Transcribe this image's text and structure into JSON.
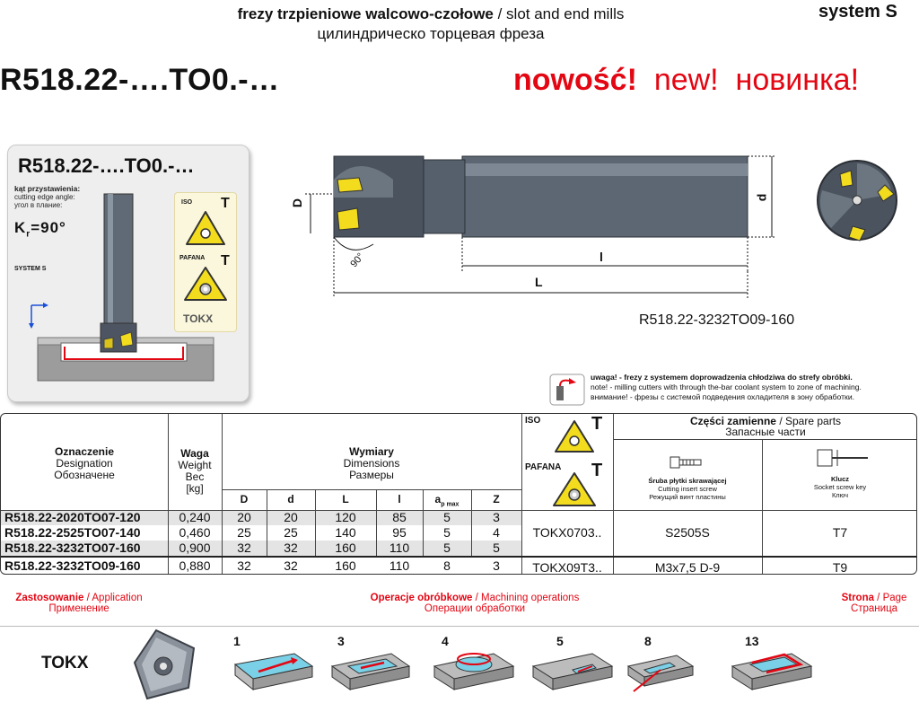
{
  "header": {
    "title_pl": "frezy  trzpieniowe walcowo-czołowe",
    "title_sep": " / ",
    "title_en": "slot  and  end  mills",
    "title_ru": "цилиндрическо  торцевая фреза",
    "system": "system S",
    "code": "R518.22-….TO0.-…",
    "new_pl": "nowość!",
    "new_en": "new!",
    "new_ru": "новинка!"
  },
  "card": {
    "title": "R518.22-….TO0.-…",
    "angle_pl": "kąt przystawienia:",
    "angle_en": "cutting edge angle:",
    "angle_ru": "угол в плание:",
    "kr_main": "K",
    "kr_sub": "r",
    "kr_value": "=90°",
    "system_label": "SYSTEM S",
    "iso_label": "ISO",
    "iso_T": "T",
    "pafana_label": "PAFANA",
    "pafana_T": "T",
    "insert_name": "TOKX"
  },
  "drawing": {
    "label_D": "D",
    "label_d": "d",
    "label_l": "l",
    "label_L": "L",
    "angle": "90°",
    "model": "R518.22-3232TO09-160"
  },
  "note": {
    "pl_bold": "uwaga! - frezy",
    "pl_rest": "  z systemem doprowadzenia chłodziwa do strefy obróbki.",
    "en": "note! - milling cutters with through the-bar coolant system to zone of machining.",
    "ru": "внимание! - фрезы с системой подведения охладителя в зону обработки."
  },
  "table": {
    "designation": [
      "Oznaczenie",
      "Designation",
      "Обозначене"
    ],
    "weight": [
      "Waga",
      "Weight",
      "Вес",
      "[kg]"
    ],
    "dimensions": [
      "Wymiary",
      "Dimensions",
      "Размеры"
    ],
    "dim_cols": [
      "D",
      "d",
      "L",
      "l",
      "a",
      "Z"
    ],
    "ap_sub": "p max",
    "iso": "ISO",
    "iso_T": "T",
    "pafana": "PAFANA",
    "pafana_T": "T",
    "spare_pl": "Części  zamienne",
    "spare_sep": "  /  ",
    "spare_en": "Spare  parts",
    "spare_ru": "Запасные   части",
    "screw": [
      "Śruba płytki skrawającej",
      "Cutting insert screw",
      "Режущий винт пластины"
    ],
    "key": [
      "Klucz",
      "Socket   screw   key",
      "Ключ"
    ],
    "rows": [
      {
        "designation": "R518.22-2020TO07-120",
        "weight": "0,240",
        "D": "20",
        "d": "20",
        "L": "120",
        "l": "85",
        "ap": "5",
        "Z": "3"
      },
      {
        "designation": "R518.22-2525TO07-140",
        "weight": "0,460",
        "D": "25",
        "d": "25",
        "L": "140",
        "l": "95",
        "ap": "5",
        "Z": "4"
      },
      {
        "designation": "R518.22-3232TO07-160",
        "weight": "0,900",
        "D": "32",
        "d": "32",
        "L": "160",
        "l": "110",
        "ap": "5",
        "Z": "5"
      },
      {
        "designation": "R518.22-3232TO09-160",
        "weight": "0,880",
        "D": "32",
        "d": "32",
        "L": "160",
        "l": "110",
        "ap": "8",
        "Z": "3"
      }
    ],
    "group1": {
      "insert": "TOKX0703..",
      "screw": "S2505S",
      "key": "T7"
    },
    "group2": {
      "insert": "TOKX09T3..",
      "screw": "M3x7,5 D-9",
      "key": "T9"
    }
  },
  "bottom": {
    "app_pl": "Zastosowanie",
    "app_en": "Application",
    "app_ru": "Применение",
    "ops_pl": "Operacje obróbkowe",
    "ops_en": "Machining operations",
    "ops_ru": "Операции обработки",
    "page_pl": "Strona",
    "page_en": "Page",
    "page_ru": "Страница",
    "sep": " / ",
    "insert": "TOKX",
    "ops": [
      "1",
      "3",
      "4",
      "5",
      "8",
      "13"
    ]
  },
  "colors": {
    "accent_red": "#e30613",
    "insert_yellow": "#f2dc1d",
    "tool_grey": "#5a6470",
    "table_stripe": "#e4e4e4"
  }
}
